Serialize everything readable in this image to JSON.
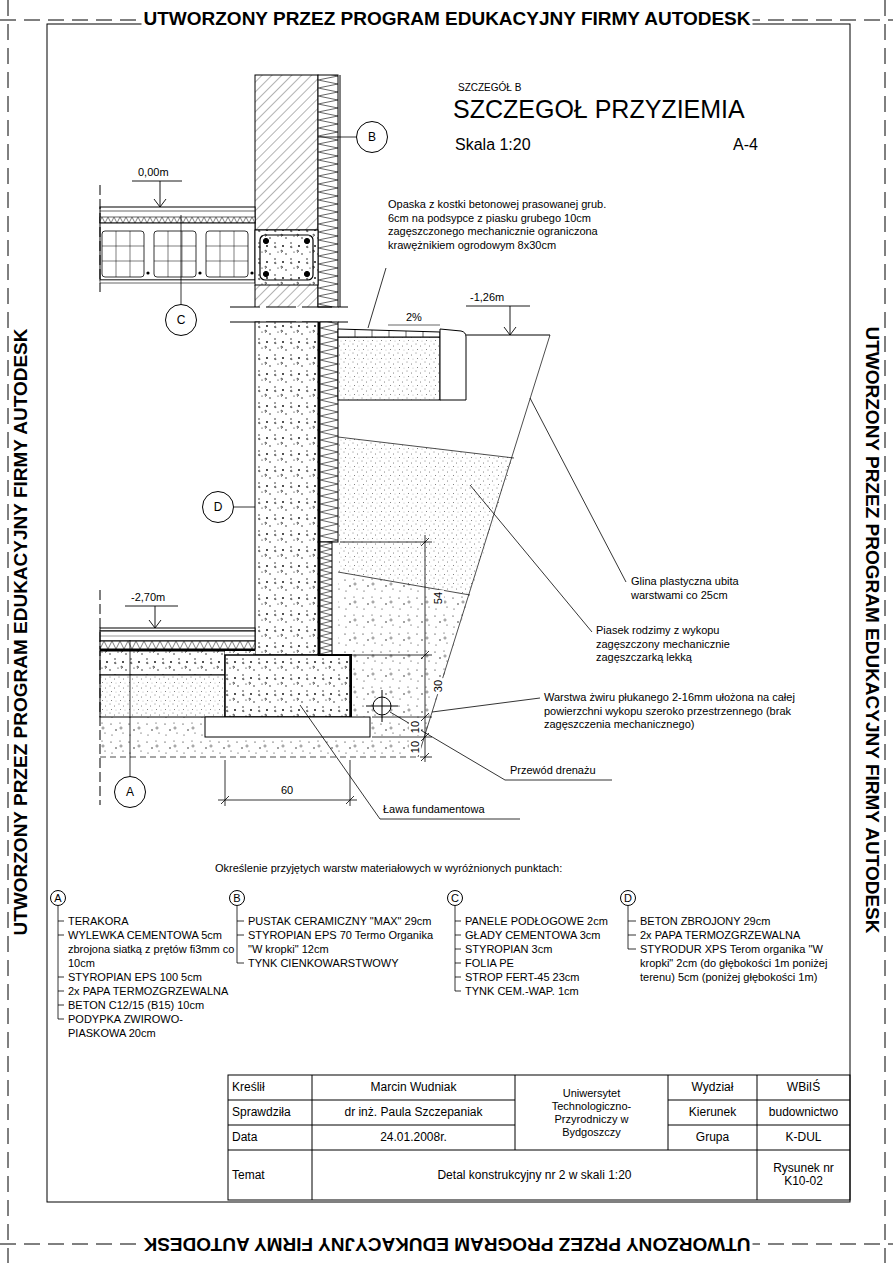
{
  "diagram": {
    "title": "SZCZEGOŁ PRZYZIEMIA",
    "nodes": [
      {
        "text": [
          "B"
        ]
      },
      {
        "text": [
          "C"
        ]
      },
      {
        "text": [
          "D"
        ]
      },
      {
        "text": [
          "A"
        ]
      },
      {
        "text": [
          "A"
        ]
      },
      {
        "text": [
          "B"
        ]
      },
      {
        "text": [
          "C"
        ]
      },
      {
        "text": [
          "D"
        ]
      }
    ],
    "labels": [
      "SZCZEGÓŁ B",
      "Skala 1:20",
      "A-4",
      "0,00m",
      "2%",
      "-1,26m",
      "-2,70m",
      "Opaska z kostki betonowej prasowanej grub. 6cm na podsypce z piasku grubego 10cm zagęszczonego mechanicznie ograniczona krawężnikiem ogrodowym 8x30cm",
      "Glina plastyczna ubita warstwami co 25cm",
      "Piasek rodzimy z wykopu zagęszczony mechanicznie zagęszczarką lekką",
      "Warstwa żwiru płukanego 2-16mm ułożona na całej powierzchni wykopu szeroko przestrzennego (brak zagęszczenia mechanicznego)",
      "54",
      "30",
      "10",
      "10",
      "Przewód drenażu",
      "60",
      "Ława fundamentowa",
      "Określenie przyjętych warstw materiałowych w wyróżnionych punktach:",
      "TERAKORA",
      "WYLEWKA CEMENTOWA 5cm zbrojona siatką z prętów fi3mm co 10cm",
      "STYROPIAN EPS 100 5cm",
      "2x PAPA TERMOZGRZEWALNA",
      "BETON C12/15 (B15) 10cm",
      "PODYPKA ZWIROWO-PIASKOWA 20cm",
      "PUSTAK CERAMICZNY \"MAX\" 29cm",
      "STYROPIAN EPS 70 Termo Organika \"W kropki\" 12cm",
      "TYNK CIENKOWARSTWOWY",
      "PANELE PODŁOGOWE 2cm",
      "GŁADY CEMENTOWA 3cm",
      "STYROPIAN 3cm",
      "FOLIA PE",
      "STROP FERT-45 23cm",
      "TYNK CEM.-WAP. 1cm",
      "BETON ZBROJONY 29cm",
      "2x PAPA TERMOZGRZEWALNA",
      "STYRODUR XPS Terom organika \"W kropki\" 2cm (do głębokości 1m poniżej terenu) 5cm (poniżej głębokości 1m)",
      "Kreślił",
      "Marcin Wudniak",
      "Uniwersytet Technologiczno-Przyrodniczy w Bydgoszczy",
      "Wydział",
      "WBiIŚ",
      "Sprawdziła",
      "dr inż. Paula Szczepaniak",
      "Kierunek",
      "budownictwo",
      "Data",
      "24.01.2008r.",
      "Grupa",
      "K-DUL",
      "Temat",
      "Detal konstrukcyjny nr 2 w skali 1:20",
      "Rysunek nr K10-02",
      "UTWORZONY PRZEZ PROGRAM EDUKACYJNY FIRMY AUTODESK",
      "UTWORZONY PRZEZ PROGRAM EDUKACYJNY FIRMY AUTODESK",
      "UTWORZONY PRZEZ PROGRAM EDUKACYJNY FIRMY AUTODESK",
      "UTWORZONY PRZEZ PROGRAM EDUKACYJNY FIRMY AUTODESK"
    ]
  }
}
